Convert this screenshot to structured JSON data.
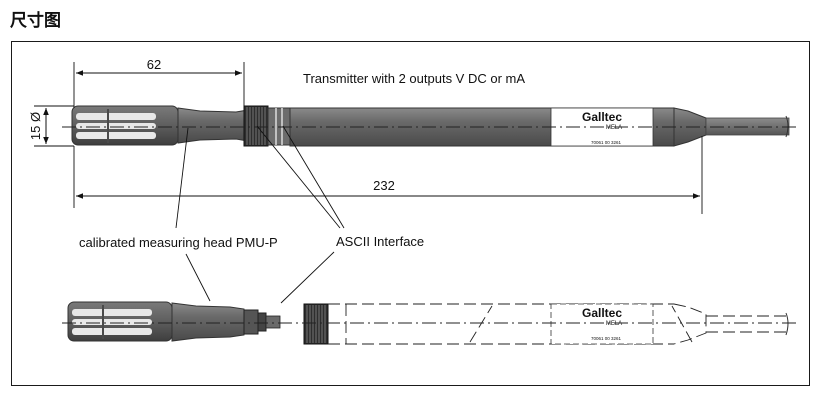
{
  "heading": "尺寸图",
  "dimensions": {
    "head_length": "62",
    "diameter": "15 Ø",
    "total_length": "232"
  },
  "labels": {
    "transmitter": "Transmitter with 2 outputs V DC or mA",
    "measuring_head": "calibrated measuring head PMU-P",
    "ascii_interface": "ASCII Interface"
  },
  "product": {
    "brand": "Galltec",
    "sub_brand": "MELA",
    "serial": "70061 00 3261"
  }
}
